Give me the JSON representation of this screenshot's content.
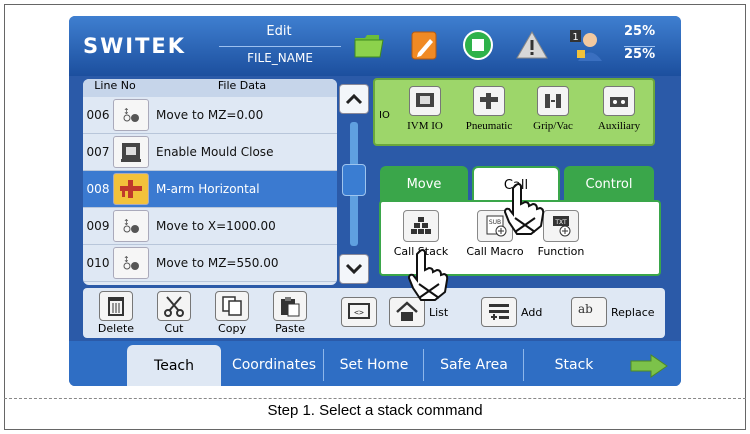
{
  "header": {
    "brand": "SWITEK",
    "mode": "Edit",
    "file_name": "FILE_NAME",
    "percent_top": "25%",
    "percent_bottom": "25%",
    "user_badge": "1"
  },
  "program_list": {
    "col_line": "Line No",
    "col_data": "File Data",
    "rows": [
      {
        "no": "006",
        "text": "Move to MZ=0.00",
        "icon": "move-axis-icon"
      },
      {
        "no": "007",
        "text": "Enable Mould Close",
        "icon": "mould-icon"
      },
      {
        "no": "008",
        "text": "M-arm Horizontal",
        "icon": "arm-icon",
        "selected": true
      },
      {
        "no": "009",
        "text": "Move to X=1000.00",
        "icon": "move-axis-icon"
      },
      {
        "no": "010",
        "text": "Move to MZ=550.00",
        "icon": "move-axis-icon"
      }
    ]
  },
  "io_panel": {
    "label": "IO",
    "items": [
      "IVM IO",
      "Pneumatic",
      "Grip/Vac",
      "Auxiliary"
    ]
  },
  "command_tabs": {
    "move": "Move",
    "call": "Call",
    "control": "Control"
  },
  "call_panel": {
    "items": [
      "Call Stack",
      "Call Macro",
      "Function"
    ],
    "sub_badge": "SUB",
    "txt_badge": "TXT"
  },
  "edit_tools": {
    "delete": "Delete",
    "cut": "Cut",
    "copy": "Copy",
    "paste": "Paste",
    "list": "List",
    "add": "Add",
    "replace": "Replace",
    "replace_icon_text": "ab"
  },
  "nav": {
    "items": [
      "Teach",
      "Coordinates",
      "Set Home",
      "Safe Area",
      "Stack"
    ],
    "active": "Teach"
  },
  "caption": "Step 1. Select a stack command"
}
